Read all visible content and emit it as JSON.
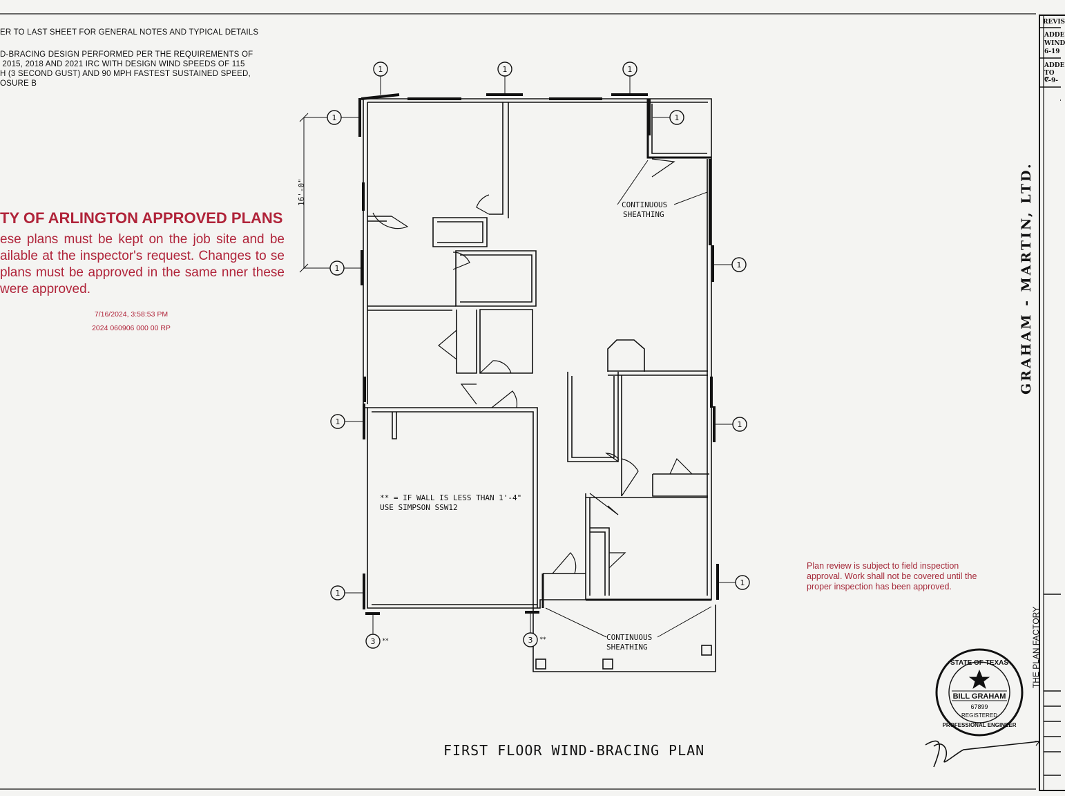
{
  "general_notes": [
    "ER TO LAST SHEET FOR GENERAL NOTES AND TYPICAL DETAILS",
    "D-BRACING DESIGN PERFORMED PER THE REQUIREMENTS OF",
    " 2015, 2018 AND 2021 IRC WITH DESIGN WIND SPEEDS OF 115",
    "H (3 SECOND GUST) AND 90 MPH FASTEST SUSTAINED SPEED,",
    "OSURE B"
  ],
  "approval": {
    "title": "TY OF ARLINGTON APPROVED PLANS",
    "body": "ese plans must be kept on the job site and be ailable at the inspector's request. Changes to se plans must be approved in the same nner these were approved.",
    "timestamp": "7/16/2024, 3:58:53 PM",
    "reference": "2024 060906 000 00 RP"
  },
  "review_note": "Plan review is subject to field inspection approval. Work shall not be covered until the proper inspection has been approved.",
  "plan": {
    "title": "FIRST FLOOR WIND-BRACING PLAN",
    "dimension": "16'-0\"",
    "continuous_sheathing_1": "CONTINUOUS",
    "sheathing_1": "SHEATHING",
    "continuous_sheathing_2": "CONTINUOUS",
    "sheathing_2": "SHEATHING",
    "wall_note_1": "** = IF WALL IS LESS THAN 1'-4\"",
    "wall_note_2": "USE SIMPSON SSW12",
    "marker_one": "1",
    "marker_three": "3",
    "marker_suffix": "**"
  },
  "title_block": {
    "firm": "GRAHAM - MARTIN, LTD.",
    "factory": "THE PLAN FACTORY",
    "revisions_header": "REVIS",
    "rev1_l1": "ADDE",
    "rev1_l2": "WIND",
    "rev1_l3": "6-19",
    "rev2_l1": "ADDE",
    "rev2_l2": "TO C",
    "rev2_l3": "7-9-"
  },
  "seal": {
    "state": "STATE OF TEXAS",
    "name": "BILL GRAHAM",
    "number": "67899",
    "registered": "REGISTERED",
    "profession": "PROFESSIONAL ENGINEER"
  }
}
